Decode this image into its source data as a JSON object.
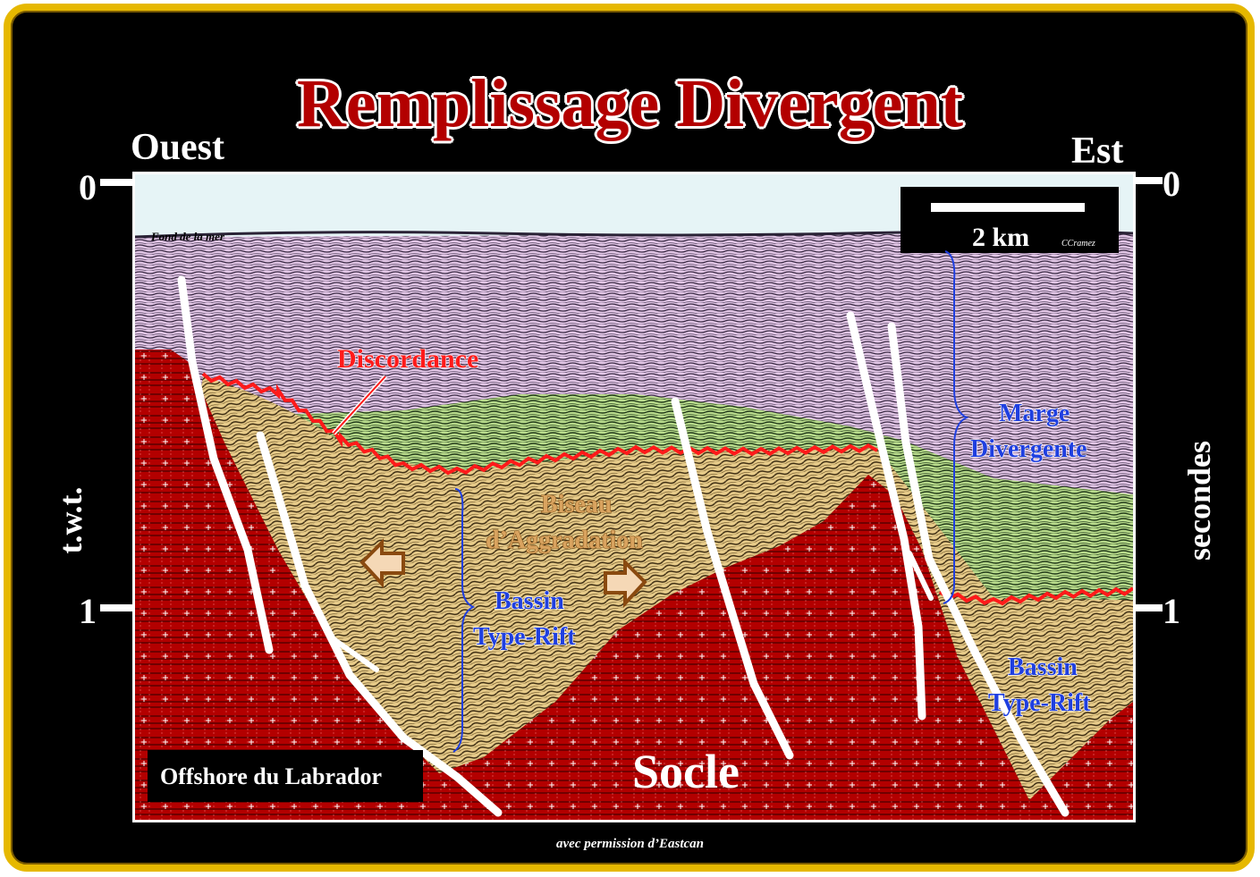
{
  "title": "Remplissage Divergent",
  "direction": {
    "left": "Ouest",
    "right": "Est"
  },
  "axis": {
    "left_label": "t.w.t.",
    "right_label": "secondes",
    "ticks": [
      "0",
      "1"
    ]
  },
  "labels": {
    "seafloor": "Fond de la mer",
    "scale": "2 km",
    "credit": "CCramez",
    "discordance": "Discordance",
    "biseau_line1": "Biseau",
    "biseau_line2": "d’Aggradation",
    "basin_left_line1": "Bassin",
    "basin_left_line2": "Type-Rift",
    "margin_line1": "Marge",
    "margin_line2": "Divergente",
    "basin_right_line1": "Bassin",
    "basin_right_line2": "Type-Rift",
    "socle": "Socle",
    "location": "Offshore du Labrador"
  },
  "footer": "avec permission d’Eastcan",
  "colors": {
    "frame_border": "#e6b800",
    "title": "#b30000",
    "water": "#e6f4f6",
    "upper_sediments": "#e2c6e6",
    "green_layer": "#b9dc8c",
    "rift_fill": "#e8cc8a",
    "basement": "#b30000",
    "discordance_line": "#ff1a1a",
    "label_blue": "#1f3fe0"
  }
}
